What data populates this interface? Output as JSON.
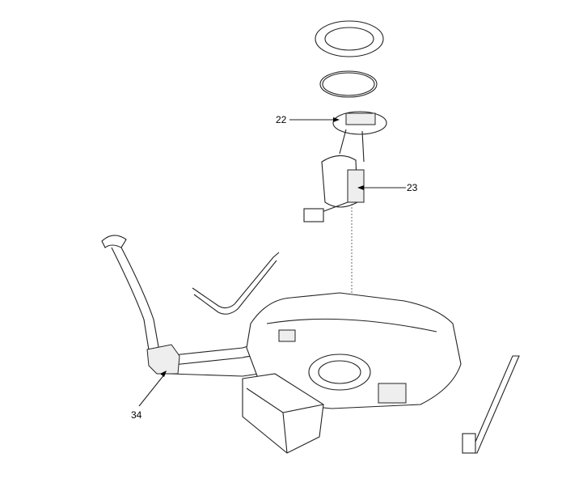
{
  "callouts": [
    {
      "id": "22",
      "label": "22"
    },
    {
      "id": "23",
      "label": "23"
    },
    {
      "id": "34",
      "label": "34"
    }
  ]
}
